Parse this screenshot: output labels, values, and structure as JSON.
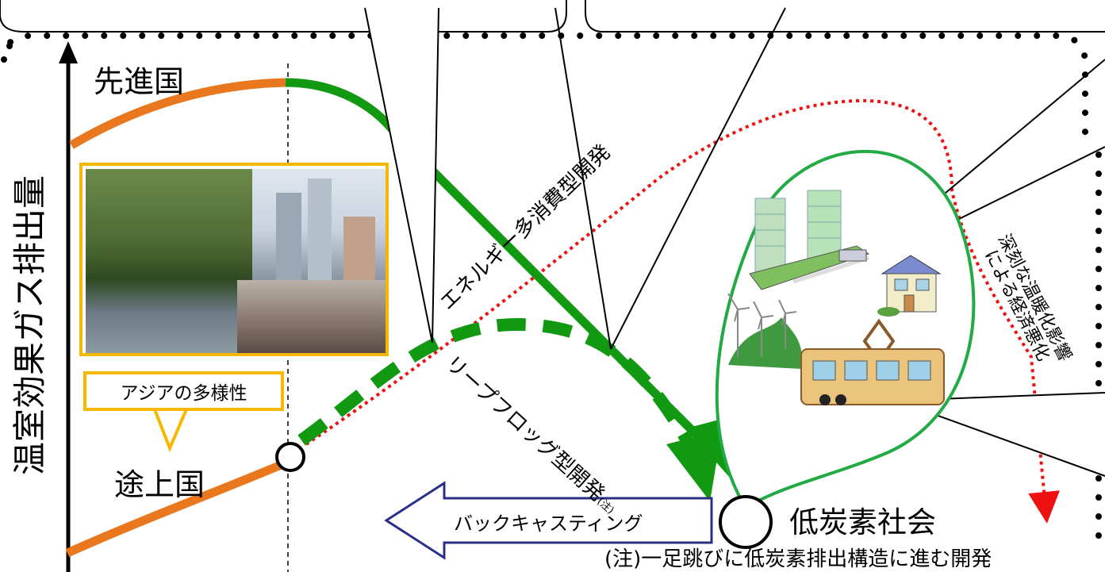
{
  "y_axis_label": "温室効果ガス排出量",
  "developed_label": "先進国",
  "developing_label": "途上国",
  "asia_label": "アジアの多様性",
  "energy_path_label": "エネルギー多消費型開発",
  "leapfrog_label": "リープフロッグ型開発",
  "leapfrog_note_mark": "(注)",
  "damage_label_line1": "深刻な温暖化影響",
  "damage_label_line2": "による経済悪化",
  "backcasting_label": "バックキャスティング",
  "low_carbon_label": "低炭素社会",
  "footnote": "(注)一足跳びに低炭素排出構造に進む開発",
  "colors": {
    "orange": "#e8771d",
    "green": "#119911",
    "red_dotted": "#ee1111",
    "asia_frame": "#f5b800",
    "bubble_green": "#22aa44",
    "navy": "#2b2f88"
  },
  "icons": [
    "rice-terrace-photo-icon",
    "city-skyline-photo-icon",
    "motorbike-traffic-photo-icon",
    "green-city-icon",
    "solar-house-icon",
    "wind-turbine-icon",
    "tram-icon"
  ]
}
